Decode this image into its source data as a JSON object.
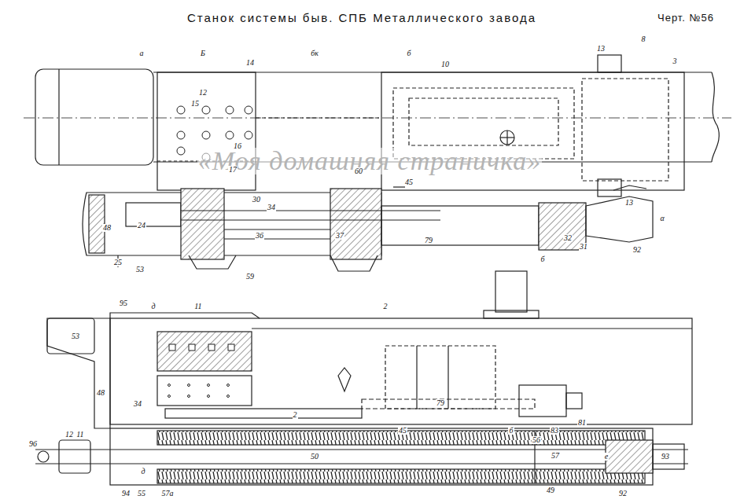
{
  "diagram": {
    "title": "Станок системы быв. СПБ Металлического завода",
    "labels": [
      "Черт. №56",
      "«Моя домашняя страничка»",
      "14",
      "10",
      "13",
      "8",
      "3",
      "12",
      "15",
      "16",
      "17",
      "30",
      "34",
      "36",
      "37",
      "60",
      "45",
      "48",
      "24",
      "25",
      "53",
      "59",
      "79",
      "б",
      "32",
      "31",
      "92",
      "α",
      "13",
      "95",
      "д",
      "11",
      "2",
      "53",
      "48",
      "34",
      "2",
      "79",
      "45",
      "б",
      "81",
      "83",
      "56",
      "57",
      "50",
      "49",
      "е",
      "93",
      "92",
      "96",
      "12",
      "11",
      "94",
      "55",
      "57а",
      "д",
      "а",
      "Б",
      "бк",
      "б"
    ]
  }
}
